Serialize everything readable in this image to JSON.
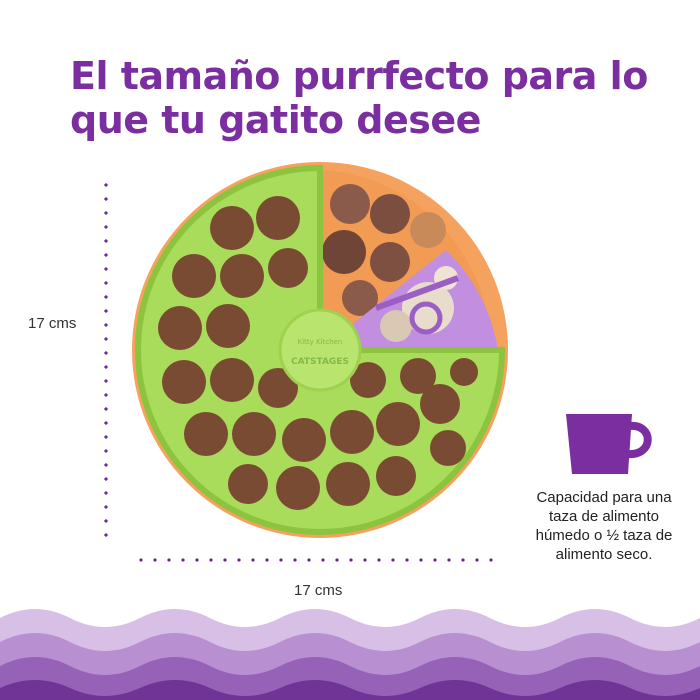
{
  "headline": {
    "line1": "El tamaño purrfecto para lo",
    "line2": "que tu gatito desee"
  },
  "dimensions": {
    "height_label": "17 cms",
    "width_label": "17 cms"
  },
  "product": {
    "logo_text": "Kitty Kitchen",
    "brand_text": "CATSTAGES"
  },
  "capacity": {
    "text": "Capacidad para una taza de alimento húmedo o ½ taza de alimento seco."
  },
  "colors": {
    "headline_purple": "#7a2ea0",
    "bowl_green": "#a8dc5a",
    "bowl_orange": "#f5a25e",
    "bowl_lavender": "#b77fd6",
    "cup_purple": "#7a2ea0",
    "wave_purples": [
      "#d7bfe5",
      "#b88fd0",
      "#9562b8",
      "#6f3496"
    ]
  }
}
